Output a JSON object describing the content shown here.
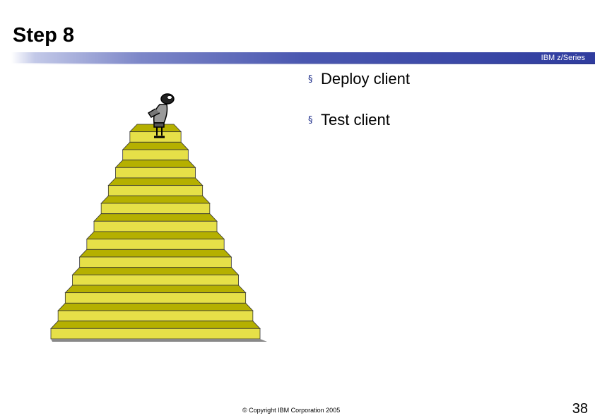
{
  "slide": {
    "title": "Step 8",
    "brand": "IBM z/Series",
    "bullets": [
      {
        "marker": "§",
        "text": "Deploy client"
      },
      {
        "marker": "§",
        "text": "Test client"
      }
    ],
    "illustration": {
      "description_icon": "staircase-with-person-icon",
      "step_color": "#e6e048",
      "step_shadow_color": "#b5b000"
    },
    "footer": {
      "copyright": "© Copyright IBM Corporation 2005",
      "page_number": "38"
    },
    "colors": {
      "header_bar_dark": "#2f3c9e",
      "header_bar_light": "#c3c9e8"
    }
  }
}
